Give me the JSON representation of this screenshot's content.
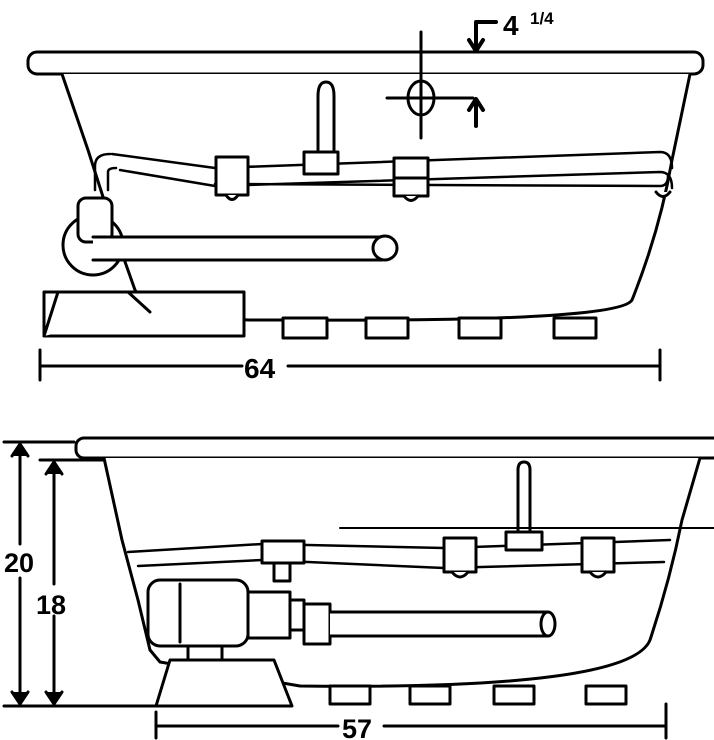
{
  "colors": {
    "ink": "#000000",
    "fill": "#ffffff"
  },
  "top_view": {
    "overflow_height": "4",
    "overflow_fraction": "1/4",
    "length": "64"
  },
  "side_view": {
    "overall_height": "20",
    "tub_height": "18",
    "width": "57"
  }
}
